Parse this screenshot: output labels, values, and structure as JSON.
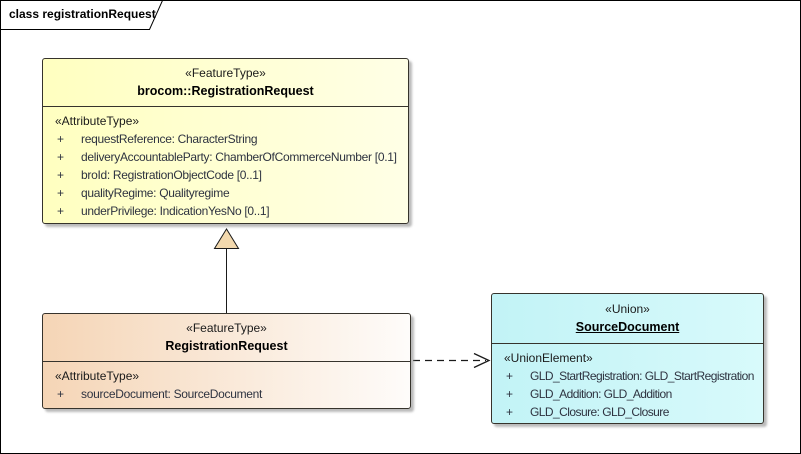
{
  "frame": {
    "label": "class registrationRequest"
  },
  "classes": [
    {
      "stereotype": "«FeatureType»",
      "name": "brocom::RegistrationRequest",
      "section_stereotype": "«AttributeType»",
      "attributes": [
        {
          "vis": "+",
          "text": "requestReference: CharacterString"
        },
        {
          "vis": "+",
          "text": "deliveryAccountableParty: ChamberOfCommerceNumber [0.1]"
        },
        {
          "vis": "+",
          "text": "broId: RegistrationObjectCode [0..1]"
        },
        {
          "vis": "+",
          "text": "qualityRegime: Qualityregime"
        },
        {
          "vis": "+",
          "text": "underPrivilege: IndicationYesNo [0..1]"
        }
      ]
    },
    {
      "stereotype": "«FeatureType»",
      "name": "RegistrationRequest",
      "section_stereotype": "«AttributeType»",
      "attributes": [
        {
          "vis": "+",
          "text": "sourceDocument: SourceDocument"
        }
      ]
    },
    {
      "stereotype": "«Union»",
      "name": "SourceDocument",
      "section_stereotype": "«UnionElement»",
      "attributes": [
        {
          "vis": "+",
          "text": "GLD_StartRegistration: GLD_StartRegistration"
        },
        {
          "vis": "+",
          "text": "GLD_Addition: GLD_Addition"
        },
        {
          "vis": "+",
          "text": "GLD_Closure: GLD_Closure"
        }
      ]
    }
  ],
  "connectors": [
    {
      "type": "generalization",
      "from": "RegistrationRequest",
      "to": "brocom::RegistrationRequest"
    },
    {
      "type": "dependency",
      "from": "RegistrationRequest",
      "to": "SourceDocument"
    }
  ],
  "colors": {
    "feature_type_fill": "#ffffc0",
    "specialized_fill": "#f5d5b6",
    "union_fill": "#c2f3f6",
    "box_border": "#36332c",
    "attribute_text": "#2e3340",
    "generalization_head_fill": "#f3d9ae"
  }
}
